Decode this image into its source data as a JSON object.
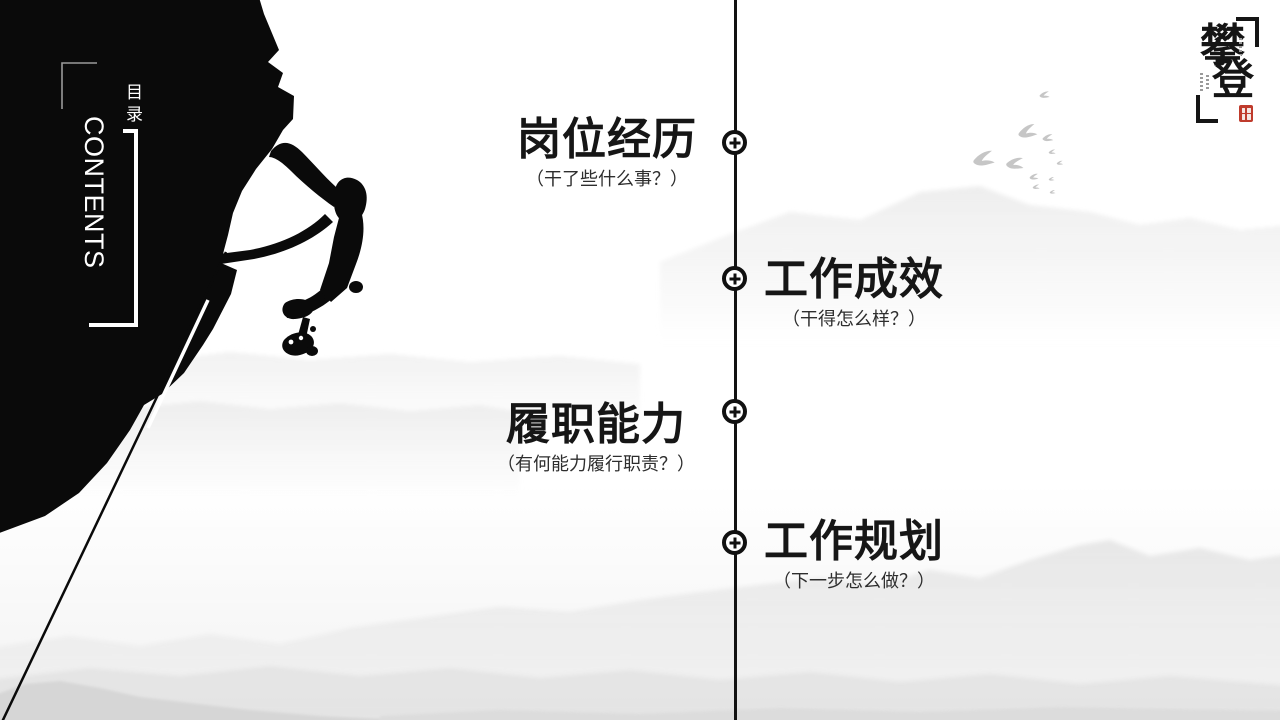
{
  "header": {
    "title_cn": "目录",
    "title_en": "CONTENTS"
  },
  "toc_items": [
    {
      "title": "岗位经历",
      "subtitle": "（干了些什么事？）",
      "side": "left"
    },
    {
      "title": "工作成效",
      "subtitle": "（干得怎么样？）",
      "side": "right"
    },
    {
      "title": "履职能力",
      "subtitle": "（有何能力履行职责？）",
      "side": "left"
    },
    {
      "title": "工作规划",
      "subtitle": "（下一步怎么做？）",
      "side": "right"
    }
  ],
  "logo": {
    "char_top": "攀",
    "char_bottom": "登"
  },
  "icons": {
    "marker": "plus-circle-icon",
    "logo_corner": "corner-bracket-icon",
    "background": "bird-flock, mountain-mist, climber-silhouette"
  },
  "colors": {
    "title_text": "#161616",
    "subtitle_text": "#2e2e2e",
    "timeline": "#121212",
    "silhouette": "#0a0a0a",
    "header_text": "#ffffff",
    "mountain_gray": "#e9e9e9",
    "bird_gray": "#c6c6c6",
    "seal_red": "#bf3b2c"
  }
}
